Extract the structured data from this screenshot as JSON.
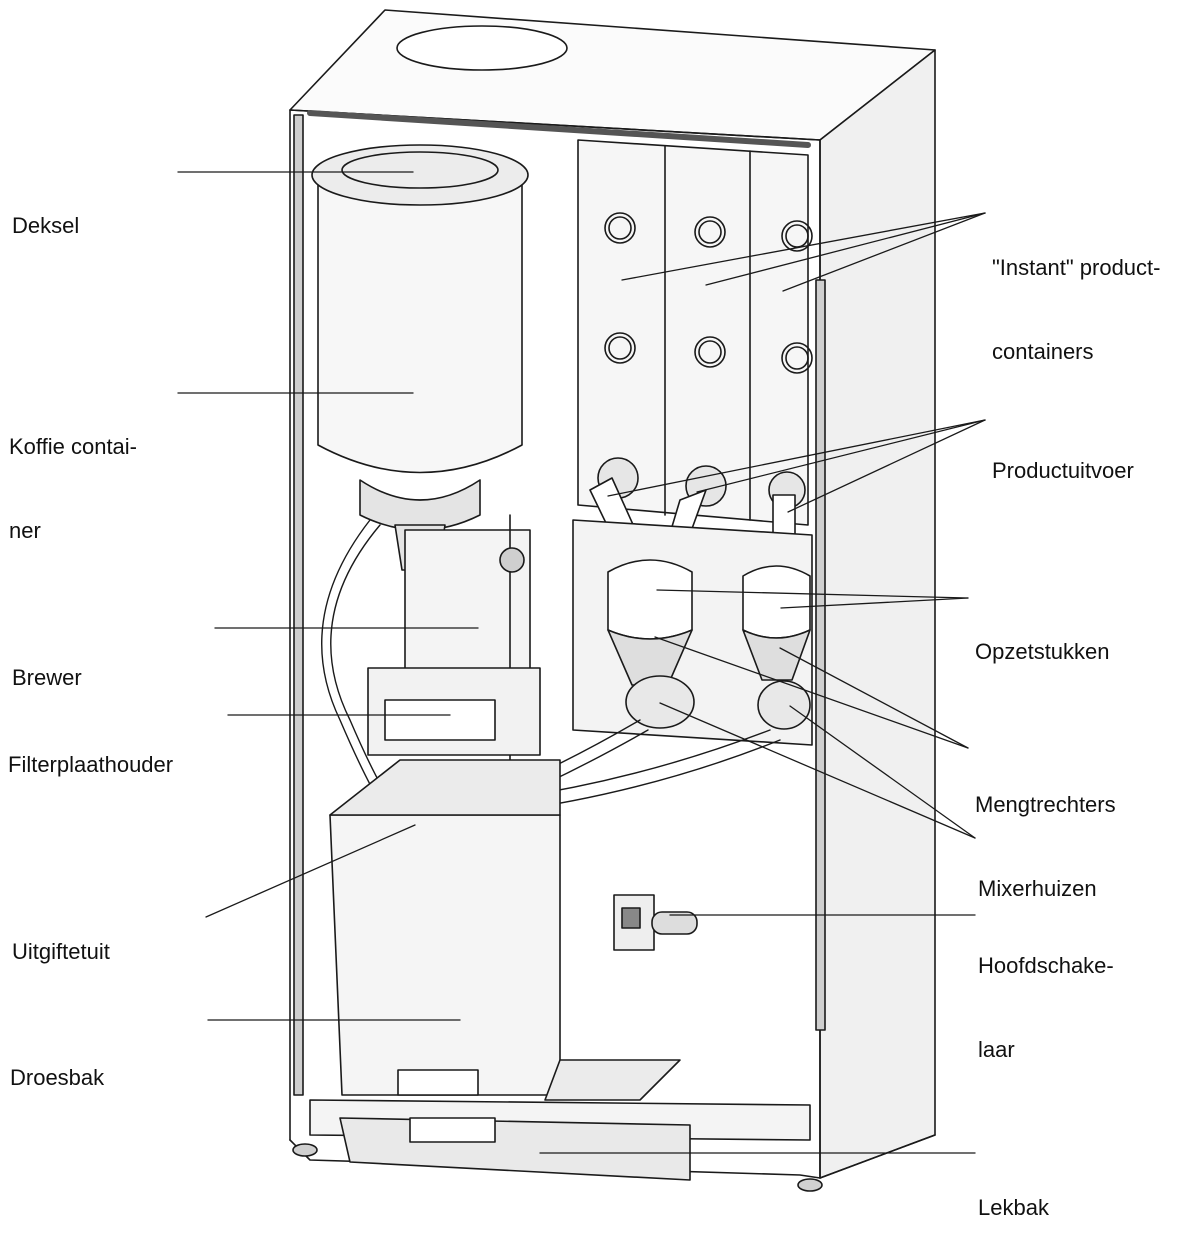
{
  "labels": {
    "deksel": "Deksel",
    "koffie_container": [
      "Koffie contai-",
      "ner"
    ],
    "brewer": "Brewer",
    "filterplaathouder": "Filterplaathouder",
    "uitgiftetuit": "Uitgiftetuit",
    "droesbak": "Droesbak",
    "instant_containers": [
      "\"Instant\" product-",
      "containers"
    ],
    "productuitvoer": "Productuitvoer",
    "opzetstukken": "Opzetstukken",
    "mengtrechters": "Mengtrechters",
    "mixerhuizen": "Mixerhuizen",
    "hoofdschakelaar": [
      "Hoofdschake-",
      "laar"
    ],
    "lekbak": "Lekbak"
  },
  "colors": {
    "line": "#1a1a1a",
    "fill": "#f2f2f2",
    "shade": "#dcdcdc",
    "text": "#111111"
  }
}
